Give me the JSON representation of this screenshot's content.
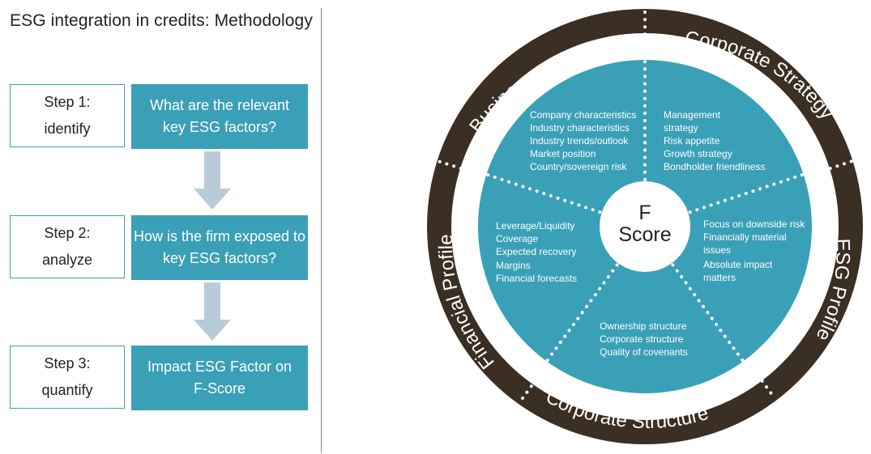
{
  "title": "ESG integration in credits: Methodology",
  "steps": [
    {
      "step_line1": "Step 1:",
      "step_line2": "identify",
      "action_line1": "What are the relevant",
      "action_line2": "key ESG factors?"
    },
    {
      "step_line1": "Step 2:",
      "step_line2": "analyze",
      "action_line1": "How is the firm exposed to",
      "action_line2": "key ESG factors?"
    },
    {
      "step_line1": "Step 3:",
      "step_line2": "quantify",
      "action_line1": "Impact ESG Factor on",
      "action_line2": "F-Score"
    }
  ],
  "wheel": {
    "outer_labels": {
      "business_position": "Business Position",
      "corporate_strategy": "Corporate Strategy",
      "esg_profile": "ESG Profile",
      "corporate_structure": "Corporate Structure",
      "financial_profile": "Financial Profile"
    },
    "center": {
      "line1": "F",
      "line2": "Score"
    },
    "segments": {
      "business_position": [
        "Company characteristics",
        "Industry characteristics",
        "Industry trends/outlook",
        "Market position",
        "Country/sovereign risk"
      ],
      "corporate_strategy": [
        "Management",
        "strategy",
        "Risk appetite",
        "Growth strategy",
        "Bondholder friendliness"
      ],
      "esg_profile": [
        "Focus on downside risk",
        "Financially material",
        "issues",
        "Absolute impact",
        "matters"
      ],
      "corporate_structure": [
        "Ownership structure",
        "Corporate structure",
        "Quality of covenants"
      ],
      "financial_profile": [
        "Leverage/Liquidity",
        "Coverage",
        "Expected recovery",
        "Margins",
        "Financial forecasts"
      ]
    },
    "colors": {
      "ring": "#3b2e22",
      "inner_fill": "#3aa0b7",
      "accent": "#3aa0b7",
      "arrow": "#b8ccd8",
      "dots": "#ffffff"
    }
  }
}
